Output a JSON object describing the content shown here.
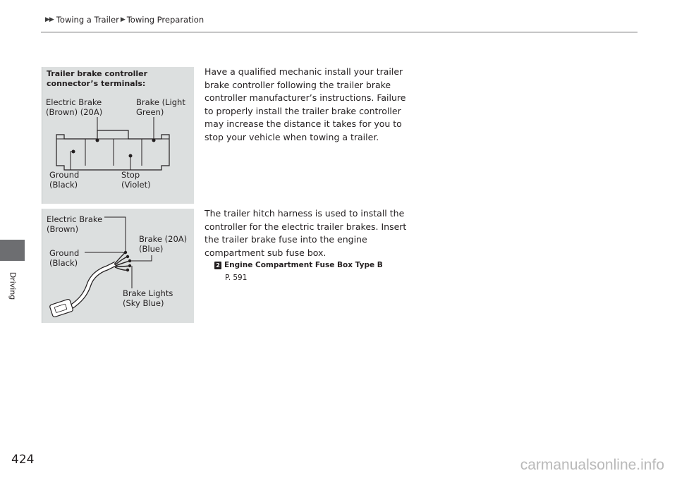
{
  "header": {
    "breadcrumb": [
      "Towing a Trailer",
      "Towing Preparation"
    ]
  },
  "side_tab": {
    "label": "Driving"
  },
  "page_number": "424",
  "figure1": {
    "title": "Trailer brake controller\nconnector’s terminals:",
    "labels": {
      "electric_brake": "Electric Brake\n(Brown) (20A)",
      "brake_light_green": "Brake (Light\nGreen)",
      "ground": "Ground\n(Black)",
      "stop": "Stop\n(Violet)"
    }
  },
  "figure2": {
    "labels": {
      "electric_brake": "Electric Brake\n(Brown)",
      "brake_blue": "Brake (20A)\n(Blue)",
      "ground": "Ground\n(Black)",
      "brake_lights": "Brake Lights\n(Sky Blue)"
    }
  },
  "paragraph1": "Have a qualified mechanic install your trailer brake controller following the trailer brake controller manufacturer’s instructions. Failure to properly install the trailer brake controller may increase the distance it takes for you to stop your vehicle when towing a trailer.",
  "paragraph2": "The trailer hitch harness is used to install the controller for the electric trailer brakes. Insert the trailer brake fuse into the engine compartment sub fuse box.",
  "xref": {
    "icon": "2",
    "title": "Engine Compartment Fuse Box Type B",
    "page": "P. 591"
  },
  "watermark": "carmanualsonline.info"
}
